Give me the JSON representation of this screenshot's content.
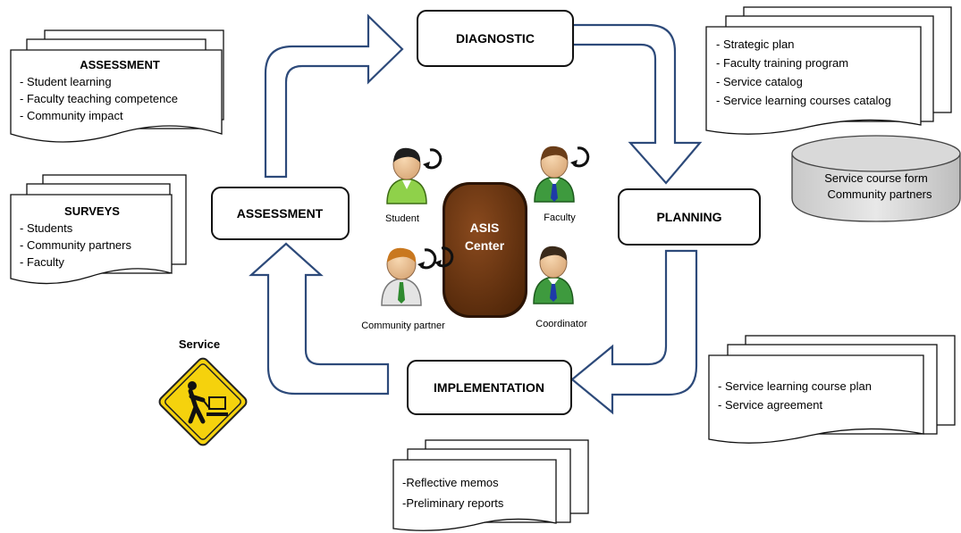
{
  "center": {
    "line1": "ASIS",
    "line2": "Center"
  },
  "stages": {
    "diagnostic": "DIAGNOSTIC",
    "planning": "PLANNING",
    "implementation": "IMPLEMENTATION",
    "assessment": "ASSESSMENT"
  },
  "people": {
    "student": "Student",
    "faculty": "Faculty",
    "community_partner": "Community partner",
    "coordinator": "Coordinator"
  },
  "documents": {
    "assessment": {
      "title": "ASSESSMENT",
      "items": [
        "- Student learning",
        "- Faculty teaching competence",
        "- Community impact"
      ]
    },
    "surveys": {
      "title": "SURVEYS",
      "items": [
        "- Students",
        "- Community partners",
        "- Faculty"
      ]
    },
    "diagnostic_outputs": {
      "items": [
        "- Strategic plan",
        "- Faculty training program",
        "- Service catalog",
        "- Service learning courses catalog"
      ]
    },
    "planning_outputs": {
      "items": [
        "- Service learning course plan",
        "- Service agreement"
      ]
    },
    "implementation_outputs": {
      "items": [
        "-Reflective memos",
        "-Preliminary reports"
      ]
    }
  },
  "database": {
    "line1": "Service course form",
    "line2": "Community partners"
  },
  "service_sign": {
    "label": "Service"
  }
}
